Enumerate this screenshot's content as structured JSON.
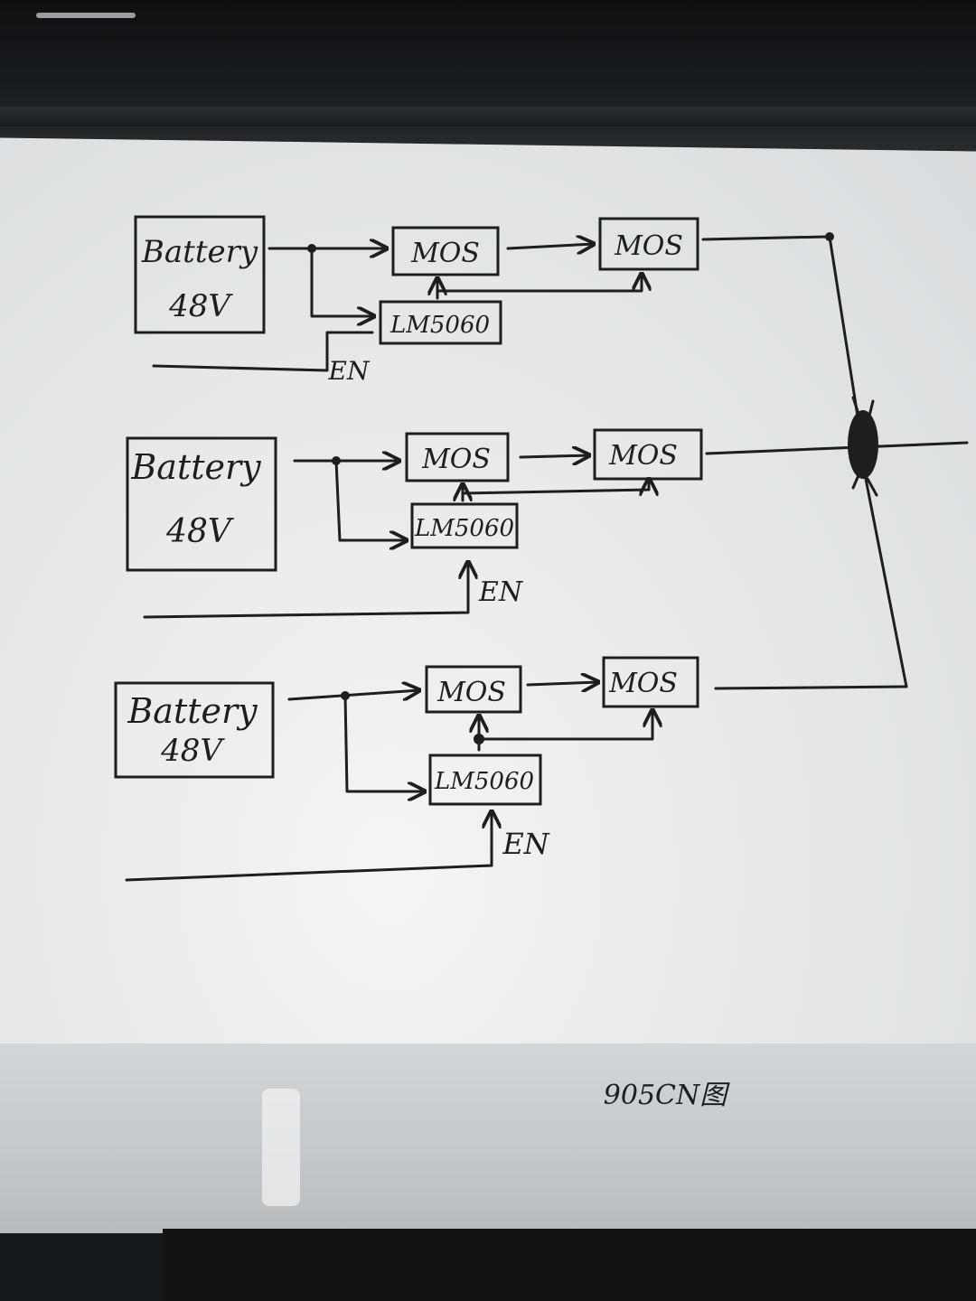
{
  "labels": {
    "battery": "Battery",
    "voltage": "48V",
    "mos": "MOS",
    "regulator": "LM5060",
    "enable": "EN"
  },
  "footer_note": "905CN图",
  "channels": [
    {
      "battery_text": "Battery",
      "voltage_text": "48V",
      "mos1_text": "MOS",
      "mos2_text": "MOS",
      "reg_text": "LM5060",
      "en_text": "EN"
    },
    {
      "battery_text": "Battery",
      "voltage_text": "48V",
      "mos1_text": "MOS",
      "mos2_text": "MOS",
      "reg_text": "LM5060",
      "en_text": "EN"
    },
    {
      "battery_text": "Battery",
      "voltage_text": "48V",
      "mos1_text": "MOS",
      "mos2_text": "MOS",
      "reg_text": "LM5060",
      "en_text": "EN"
    }
  ],
  "colors": {
    "ink": "#1c1e20",
    "paper": "#e7e9ea",
    "background": "#16191c"
  }
}
